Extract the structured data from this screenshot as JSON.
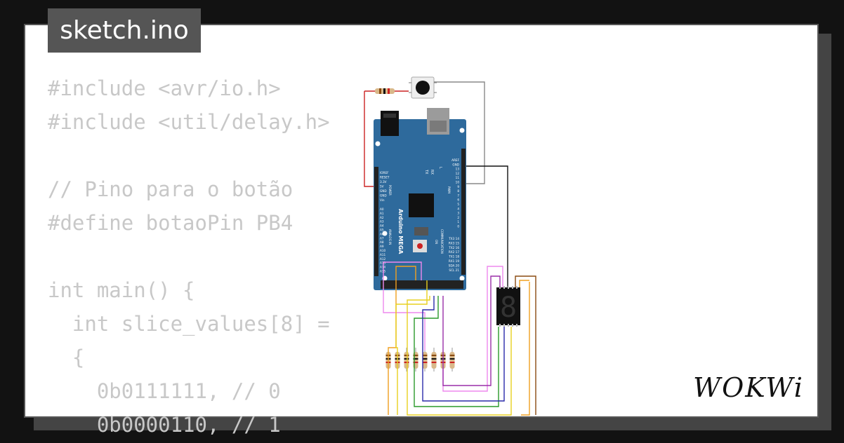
{
  "file_tab": {
    "label": "sketch.ino"
  },
  "code_lines": [
    "#include <avr/io.h>",
    "#include <util/delay.h>",
    "",
    "// Pino para o botão",
    "#define botaoPin PB4",
    "",
    "int main() {",
    "  int slice_values[8] =",
    "  {",
    "    0b0111111, // 0",
    "    0b0000110, // 1"
  ],
  "board": {
    "name": "Arduino MEGA",
    "power_pins": [
      "IOREF",
      "RESET",
      "3.3V",
      "5V",
      "GND",
      "GND",
      "Vin"
    ],
    "analog_pins": [
      "A0",
      "A1",
      "A2",
      "A3",
      "A4",
      "A5",
      "A6",
      "A7",
      "A8",
      "A9",
      "A10",
      "A11",
      "A12",
      "A13",
      "A14",
      "A15"
    ],
    "pwm_pins": [
      "AREF",
      "GND",
      "13",
      "12",
      "11",
      "10",
      "9",
      "8",
      "7",
      "6",
      "5",
      "4",
      "3",
      "2",
      "1",
      "0"
    ],
    "comm_pins": [
      "TX3 14",
      "RX3 15",
      "TX2 16",
      "RX2 17",
      "TX1 18",
      "RX1 19",
      "SDA 20",
      "SCL 21"
    ],
    "labels": {
      "power": "POWER",
      "analog": "ANALOG IN",
      "pwm": "PWM",
      "comm": "COMMUNICATION",
      "on": "ON",
      "tx": "TX",
      "rx": "RX",
      "l": "L"
    }
  },
  "display": {
    "digit": "8"
  },
  "logo": {
    "text": "WOKWi"
  },
  "colors": {
    "board": "#2e6a9c",
    "wire_red": "#cc2222",
    "wire_gray": "#888888",
    "wire_black": "#111111",
    "wire_purple": "#9a2fa8",
    "wire_pink": "#ee88ee",
    "wire_orange": "#f0a020",
    "wire_yellow": "#e8d020",
    "wire_green": "#2a9a2a",
    "wire_blue": "#2a2aaa",
    "wire_brown": "#8a4a10"
  }
}
